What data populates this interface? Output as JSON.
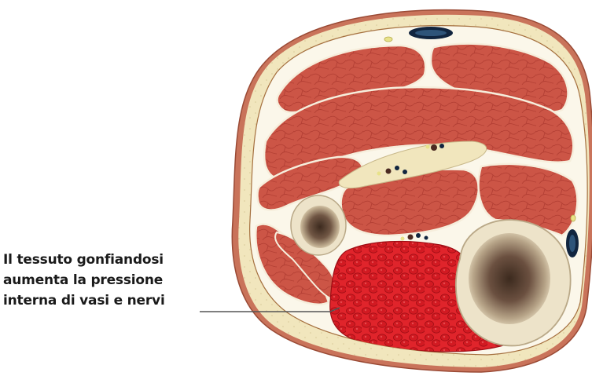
{
  "annotation": {
    "lines": [
      "Il tessuto gonfiandosi",
      "aumenta la pressione",
      "interna di vasi e nervi"
    ]
  },
  "colors": {
    "skin": "#c9735a",
    "fat": "#f1e6bd",
    "muscle": "#cc5546",
    "muscle_line": "#9c2f26",
    "fascia": "#fbf7ea",
    "swollen_tissue": "#dc1c24",
    "bone_cortex": "#ede3c9",
    "bone_marrow": "#5a4030",
    "vessel_dark": "#11253f",
    "leader_line": "#555555"
  },
  "icons": [
    "cross-section-illustration"
  ]
}
